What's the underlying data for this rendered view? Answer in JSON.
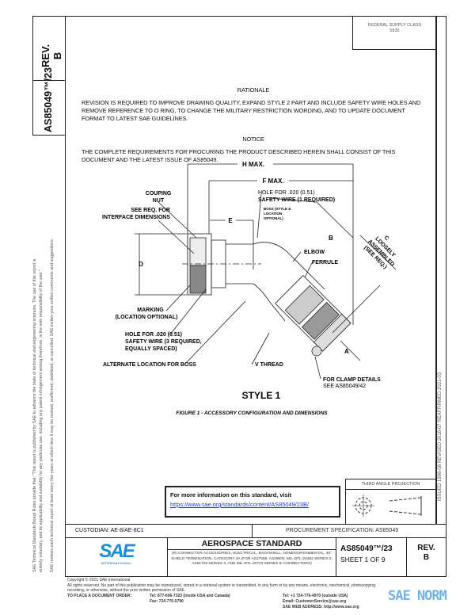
{
  "side": {
    "rev_label": "REV.",
    "rev_value": "B",
    "doc_number": "AS85049™/23",
    "disclaimer_1": "SAE Technical Standards Board Rules provide that: \"This report is published by SAE to advance the state of technical and engineering sciences. The use of this report is",
    "disclaimer_2": "entirely voluntary, and its applicability and suitability for any particular use, including any patent infringement arising therefrom, is the sole responsibility of the user.\"",
    "disclaimer_3": "SAE reviews each technical report at least every five years at which time it may be revised, reaffirmed, stabilized, or cancelled. SAE invites your written comments and suggestions.",
    "dates": "ISSUED 1998-08     REVISED 2016-07     REAFFIRMED 2021-03"
  },
  "header": {
    "fsc_label": "FEDERAL SUPPLY CLASS",
    "fsc_value": "5935"
  },
  "rationale": {
    "heading": "RATIONALE",
    "text": "REVISION IS REQUIRED TO IMPROVE DRAWING QUALITY, EXPAND STYLE 2 PART AND INCLUDE SAFETY WIRE HOLES AND REMOVE REFERENCE TO O RING, TO CHANGE THE MILITARY RESTRICTION WORDING, AND TO UPDATE DOCUMENT FORMAT TO LATEST SAE GUIDELINES."
  },
  "notice": {
    "heading": "NOTICE",
    "text": "THE COMPLETE REQUIREMENTS FOR PROCURING THE PRODUCT DESCRIBED HEREIN SHALL CONSIST OF THIS DOCUMENT AND THE LATEST ISSUE OF AS85049."
  },
  "figure": {
    "h_max": "H MAX.",
    "f_max": "F MAX.",
    "coupling_nut_1": "COUPING",
    "coupling_nut_2": "NUT",
    "see_req_1": "SEE REQ. FOR",
    "see_req_2": "INTERFACE DIMENSIONS",
    "hole_top_1": "HOLE FOR .020 (0.51)",
    "hole_top_2": "SAFETY WIRE (1 REQUIRED)",
    "boss_1": "BOSS (STYLE &",
    "boss_2": "LOCATION",
    "boss_3": "OPTIONAL)",
    "dim_e": "E",
    "dim_b": "B",
    "dim_d": "D",
    "dim_a": "A",
    "dim_c": "C",
    "elbow": "ELBOW",
    "ferrule": "FERRULE",
    "loosely_1": "LOOSELY",
    "loosely_2": "ASSEMBLED",
    "loosely_3": "(SEE REQ.)",
    "marking_1": "MARKING",
    "marking_2": "(LOCATION OPTIONAL)",
    "hole_bottom_1": "HOLE FOR .020 (0.51)",
    "hole_bottom_2": "SAFETY WIRE (3 REQUIRED,",
    "hole_bottom_3": "EQUALLY SPACED)",
    "alternate_boss": "ALTERNATE LOCATION FOR BOSS",
    "v_thread": "V THREAD",
    "clamp_1": "FOR CLAMP DETAILS",
    "clamp_2": "SEE AS85049/42",
    "style": "STYLE 1",
    "caption": "FIGURE 1 - ACCESSORY CONFIGURATION AND DIMENSIONS"
  },
  "info_box": {
    "text": "For more information on this standard, visit",
    "link": "https://www.sae.org/standards/content/AS85049/23B/"
  },
  "projection": {
    "label": "THIRD ANGLE PROJECTION"
  },
  "title_block": {
    "custodian": "CUSTODIAN: AE-8/AE-8C1",
    "procurement": "PROCUREMENT SPECIFICATION: AS85049",
    "logo_text": "SAE",
    "logo_sub": "INTERNATIONAL",
    "standard_title": "AEROSPACE STANDARD",
    "description": "(R) CONNECTOR ACCESSORIES, ELECTRICAL, BACKSHELL, NONENVIRONMENTAL, 45° SHIELD TERMINATION, CATEGORY 3A (FOR AS27599, AS29600, MIL-DTL-26482 SERIES 2, AS81703 SERIES 3, AND MIL-DTL-83723 SERIES III CONNECTORS)",
    "doc_number": "AS85049™/23",
    "sheet": "SHEET 1 OF 9",
    "rev_label": "REV.",
    "rev_value": "B"
  },
  "footer": {
    "copyright": "Copyright © 2021 SAE International",
    "rights": "All rights reserved. No part of this publication may be reproduced, stored in a retrieval system or transmitted, in any form or by any means, electronic, mechanical, photocopying,",
    "rights_2": "recording, or otherwise, without the prior written permission of SAE.",
    "order_label": "TO PLACE A DOCUMENT ORDER:",
    "tel_1": "Tel: 877-606-7323 (inside USA and Canada)",
    "fax": "Fax: 724-776-0790",
    "tel_2": "Tel: +1 724-776-4970 (outside USA)",
    "email": "Email: CustomerService@sae.org",
    "web": "SAE WEB ADDRESS: http://www.sae.org"
  },
  "watermark": {
    "text": "SAE NORM"
  },
  "colors": {
    "sae_blue": "#1b8fd6",
    "link": "#1a3ccf",
    "watermark": "#5aa6de"
  }
}
